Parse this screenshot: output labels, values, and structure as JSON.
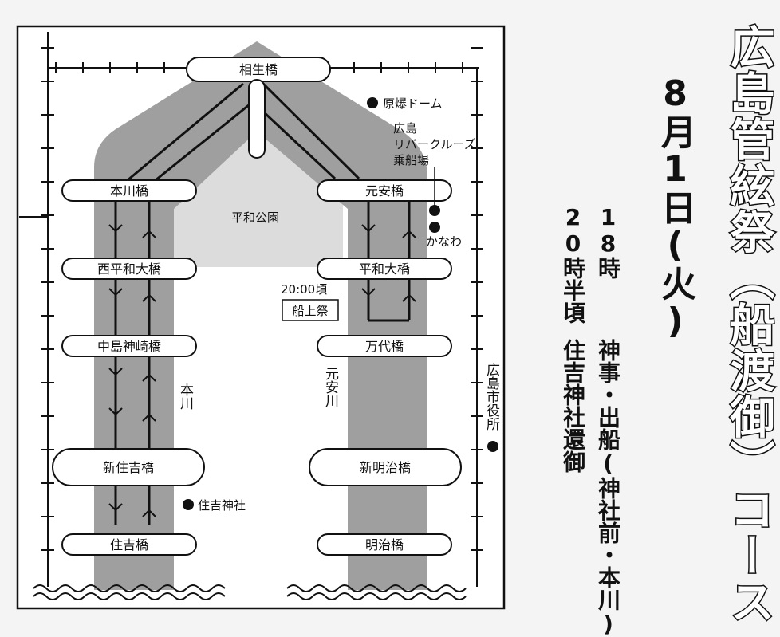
{
  "title": "広島管絃祭（船渡御）コース",
  "date": "8月1日(火)",
  "schedule": [
    {
      "time": "18時",
      "event": "神事・出船(神社前・本川)"
    },
    {
      "time": "20時半頃",
      "event": "住吉神社還御"
    }
  ],
  "bridges": {
    "aioi": "相生橋",
    "honkawa": "本川橋",
    "nishiheiwa": "西平和大橋",
    "nakajima": "中島神崎橋",
    "shinsumiyoshi": "新住吉橋",
    "sumiyoshi": "住吉橋",
    "motoyasu": "元安橋",
    "heiwa": "平和大橋",
    "mandai": "万代橋",
    "shinmeiji": "新明治橋",
    "meiji": "明治橋"
  },
  "places": {
    "peace_park": "平和公園",
    "atomic_dome": "原爆ドーム",
    "cruise_line1": "広島",
    "cruise_line2": "リバークルーズ",
    "cruise_line3": "乗船場",
    "kanawa": "かなわ",
    "city_hall": "広島市役所",
    "shrine": "住吉神社"
  },
  "rivers": {
    "honkawa": "本川",
    "motoyasu": "元安川"
  },
  "event_time": "20:00頃",
  "event_name": "船上祭",
  "colors": {
    "river": "#9f9f9f",
    "park": "#dcdcdc",
    "line": "#111111",
    "background": "#f4f4f4"
  }
}
